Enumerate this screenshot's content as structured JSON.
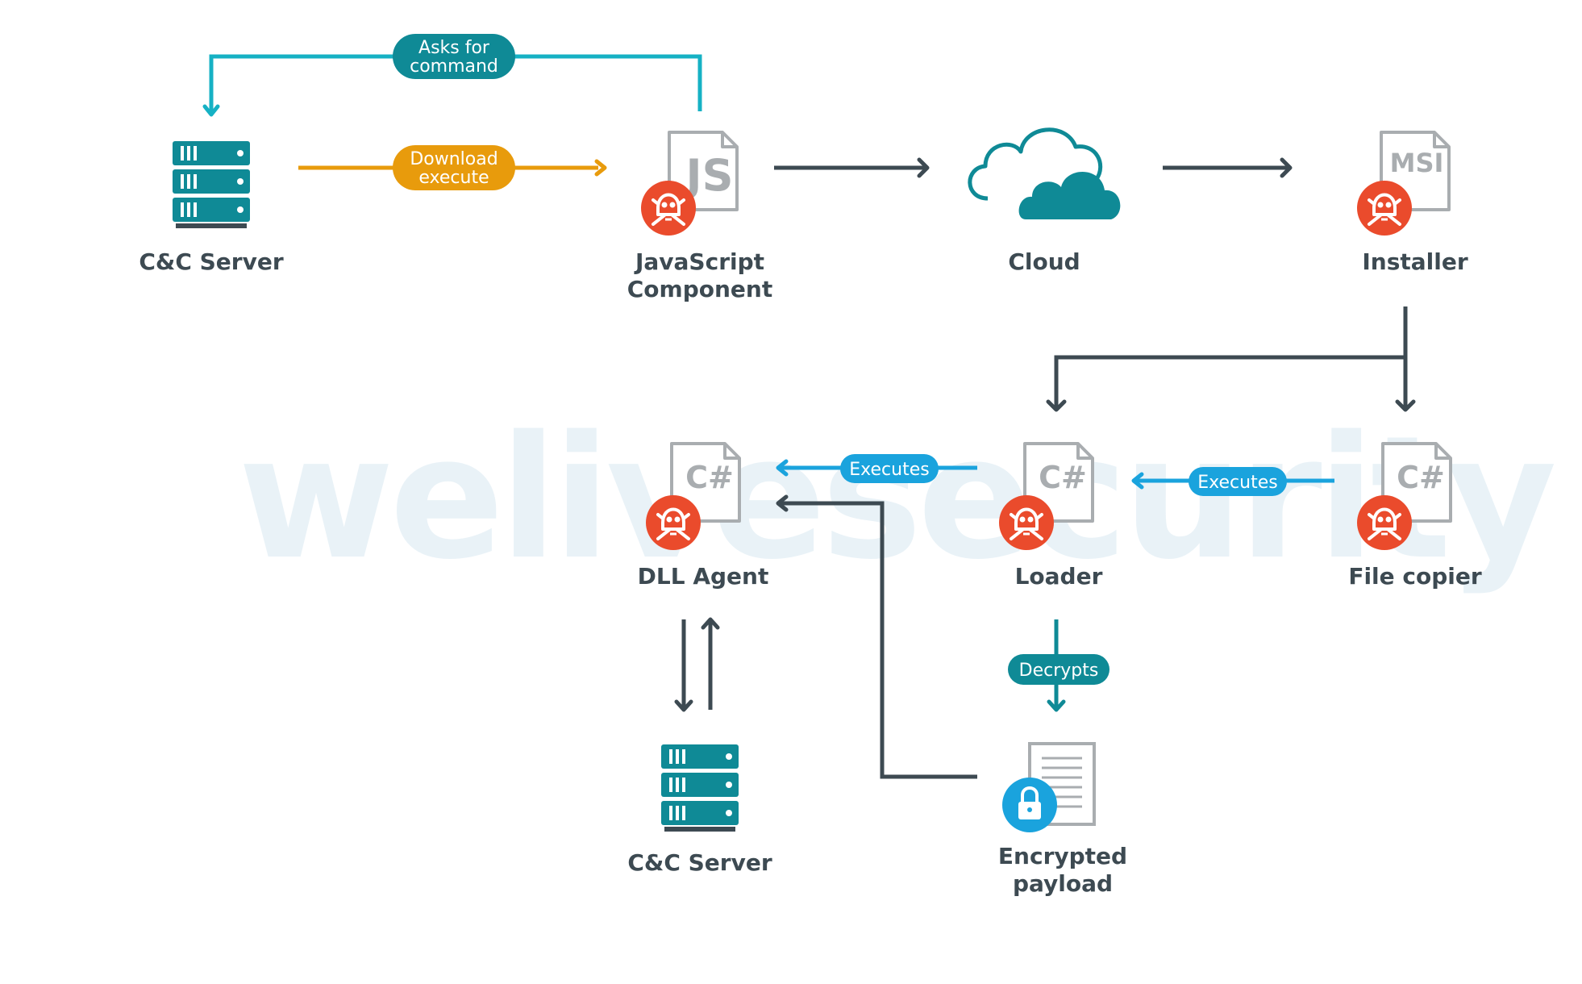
{
  "watermark": "welivesecurity",
  "colors": {
    "teal": "#0f8a96",
    "cyan": "#16b1c4",
    "orange": "#e89b0c",
    "blue": "#1aa3dd",
    "dark": "#3d4a52",
    "malware_red": "#ea4b2c",
    "file_gray": "#a9adb0"
  },
  "nodes": {
    "cc_server_top": {
      "label": "C&C Server",
      "icon": "server-icon"
    },
    "js_component": {
      "label_line1": "JavaScript",
      "label_line2": "Component",
      "file_text": "JS",
      "icon": "js-file-icon"
    },
    "cloud": {
      "label": "Cloud",
      "icon": "cloud-icon"
    },
    "installer": {
      "label": "Installer",
      "file_text": "MSI",
      "icon": "msi-file-icon"
    },
    "file_copier": {
      "label": "File copier",
      "file_text": "C#",
      "icon": "csharp-file-icon"
    },
    "loader": {
      "label": "Loader",
      "file_text": "C#",
      "icon": "csharp-file-icon"
    },
    "dll_agent": {
      "label": "DLL Agent",
      "file_text": "C#",
      "icon": "csharp-file-icon"
    },
    "cc_server_bottom": {
      "label": "C&C Server",
      "icon": "server-icon"
    },
    "encrypted_payload": {
      "label_line1": "Encrypted",
      "label_line2": "payload",
      "icon": "locked-document-icon"
    }
  },
  "edges": {
    "asks_for_command": {
      "line1": "Asks for",
      "line2": "command"
    },
    "download_execute": {
      "line1": "Download",
      "line2": "execute"
    },
    "executes_loader": {
      "label": "Executes"
    },
    "executes_agent": {
      "label": "Executes"
    },
    "decrypts": {
      "label": "Decrypts"
    }
  }
}
